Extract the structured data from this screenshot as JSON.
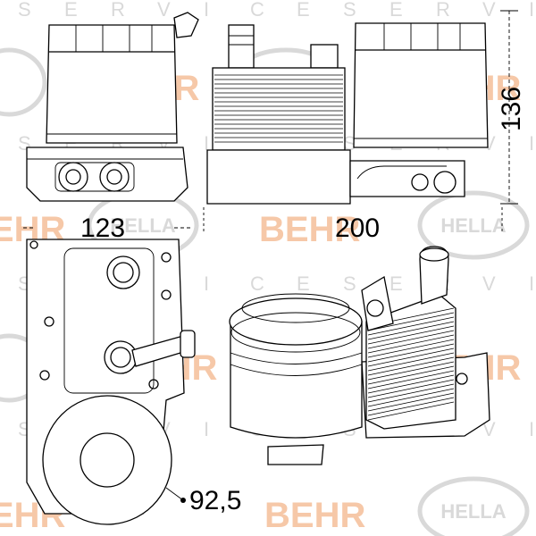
{
  "watermarks": {
    "behr": "BEHR",
    "hella": "HELLA",
    "service_letters": [
      "S",
      "E",
      "R",
      "V",
      "I",
      "C",
      "E"
    ]
  },
  "dimensions": {
    "width_front": "123",
    "width_side": "200",
    "height": "136",
    "diameter": "92,5"
  },
  "colors": {
    "watermark_orange": "#f6c8a8",
    "watermark_gray": "#d9d9d9",
    "line": "#000000"
  }
}
